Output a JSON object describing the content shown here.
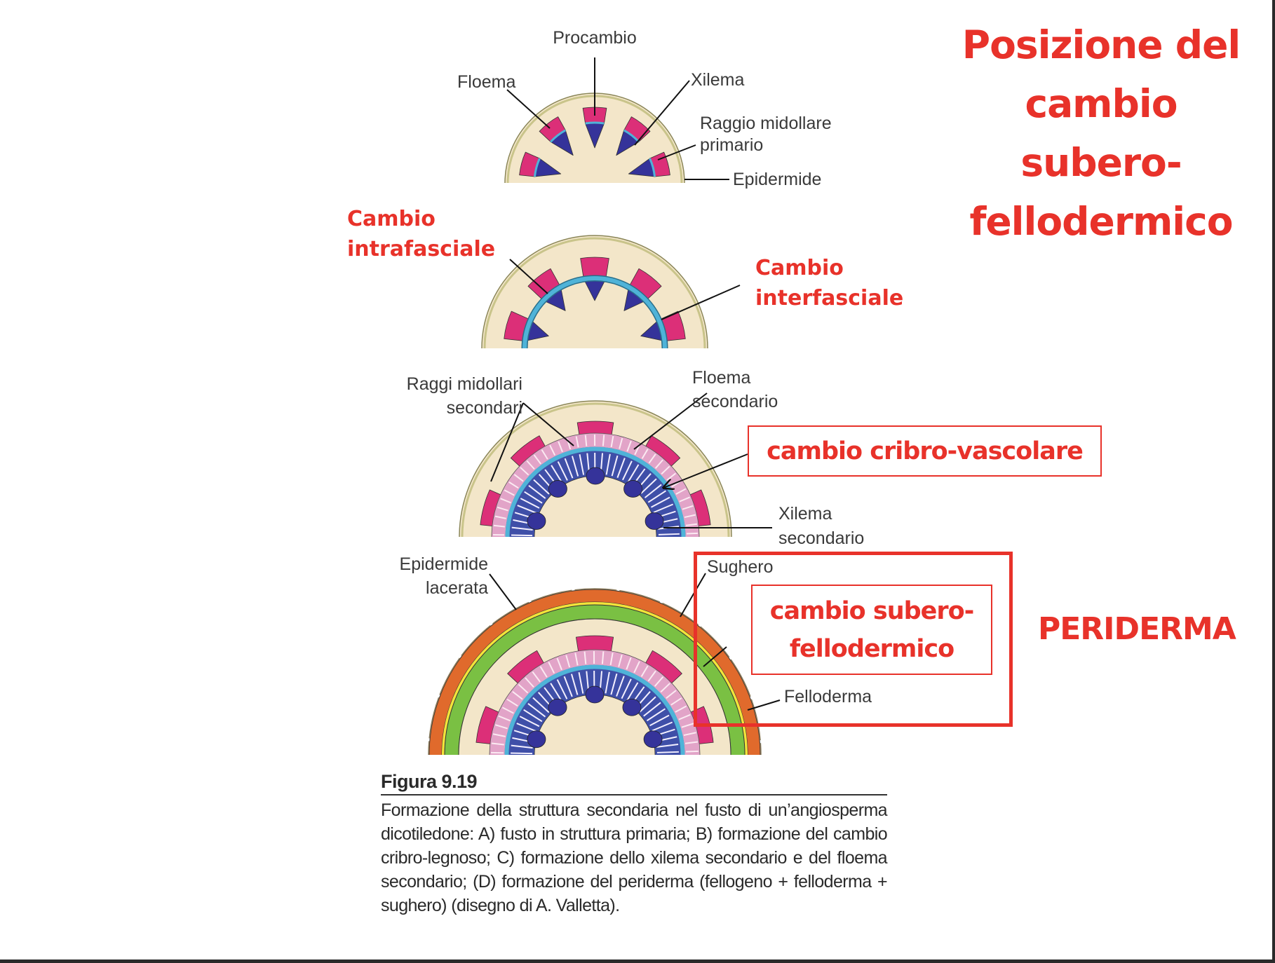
{
  "title": {
    "lines": [
      "Posizione del",
      "cambio",
      "subero-",
      "fellodermico"
    ]
  },
  "colors": {
    "annotation_red": "#e8322a",
    "parenchyma": "#f3e6c9",
    "phloem": "#dc2f78",
    "xylem": "#35339a",
    "cambium": "#4fb3d8",
    "secondary_phloem": "#e2a4c8",
    "secondary_xylem": "#3f4fa8",
    "cork": "#e06a2c",
    "phelloderm": "#7ac043",
    "phellogen": "#f2e43a",
    "epidermis": "#c9c48a"
  },
  "diagram_a": {
    "labels": {
      "procambio": "Procambio",
      "floema": "Floema",
      "xilema": "Xilema",
      "raggio_line1": "Raggio midollare",
      "raggio_line2": "primario",
      "epidermide": "Epidermide"
    }
  },
  "diagram_b": {
    "annotations": {
      "intra_line1": "Cambio",
      "intra_line2": "intrafasciale",
      "inter_line1": "Cambio",
      "inter_line2": "interfasciale"
    }
  },
  "diagram_c": {
    "labels": {
      "raggi_line1": "Raggi midollari",
      "raggi_line2": "secondari",
      "floema_line1": "Floema",
      "floema_line2": "secondario",
      "xilema_line1": "Xilema",
      "xilema_line2": "secondario"
    },
    "annotation_box": "cambio cribro-vascolare"
  },
  "diagram_d": {
    "labels": {
      "epidermide_line1": "Epidermide",
      "epidermide_line2": "lacerata",
      "sughero": "Sughero",
      "felloderma": "Felloderma"
    },
    "annotation_box_line1": "cambio subero-",
    "annotation_box_line2": "fellodermico",
    "group_label": "PERIDERMA"
  },
  "caption": {
    "figure_label": "Figura 9.19",
    "text": "Formazione della struttura secondaria nel fusto di un’angiosperma dicotiledone: A) fusto in struttura primaria; B) formazione del cambio cribro-legnoso; C) formazione dello xilema secondario e del floema secondario; (D) formazione del periderma (fellogeno + felloderma + sughero) (disegno di A. Valletta)."
  }
}
